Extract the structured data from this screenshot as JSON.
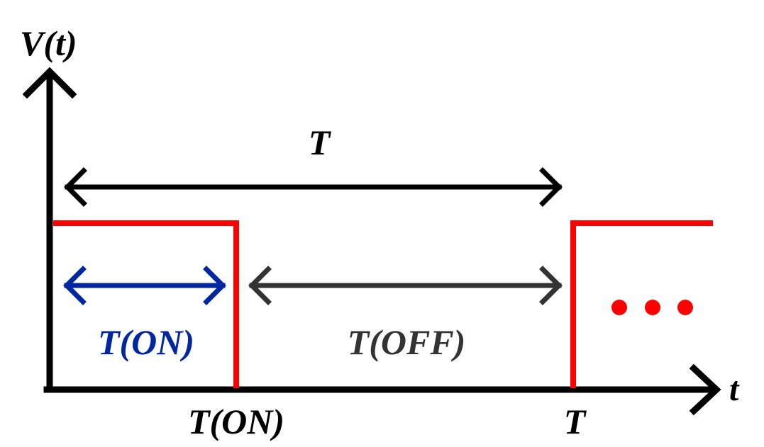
{
  "axes": {
    "y_label": "V(t)",
    "x_label": "t"
  },
  "labels": {
    "period_top": "T",
    "t_on_inner": "T(ON)",
    "t_off_inner": "T(OFF)",
    "t_on_axis": "T(ON)",
    "t_axis": "T"
  },
  "colors": {
    "axis": "#000000",
    "signal": "#ff0000",
    "t_on_arrow": "#0026a0",
    "t_off_arrow": "#333333",
    "period_arrow": "#000000",
    "dots": "#ff0000"
  },
  "icons": {
    "continuation": "ellipsis-dots"
  }
}
